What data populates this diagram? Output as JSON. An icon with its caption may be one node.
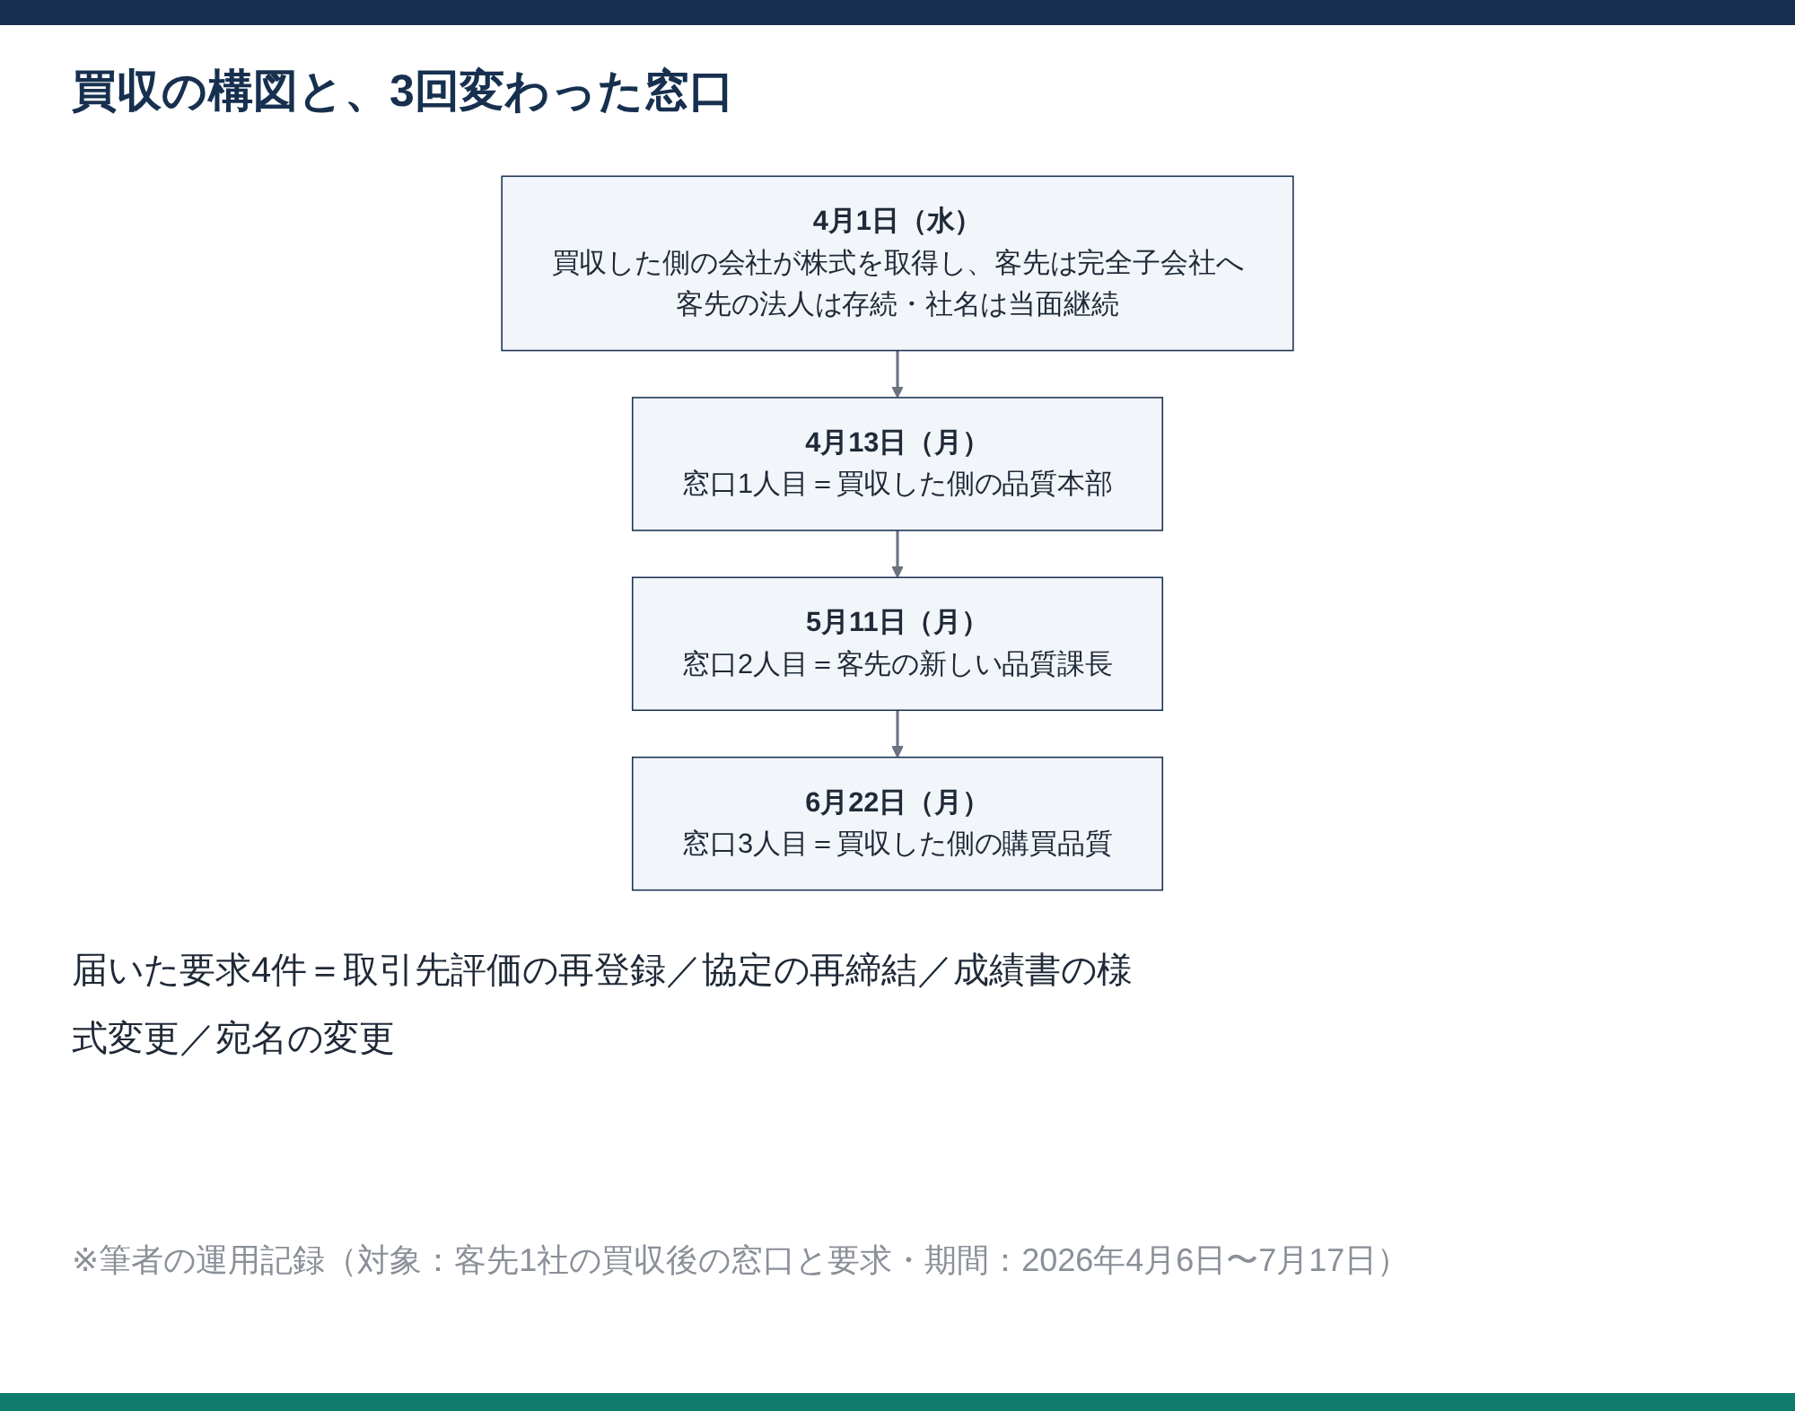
{
  "diagram": {
    "title": "買収の構図と、3回変わった窓口",
    "nodes": [
      {
        "text": [
          "4月1日（水）",
          "買収した側の会社が株式を取得し、客先は完全子会社へ",
          "客先の法人は存続・社名は当面継続"
        ]
      },
      {
        "text": [
          "4月13日（月）",
          "窓口1人目＝買収した側の品質本部"
        ]
      },
      {
        "text": [
          "5月11日（月）",
          "窓口2人目＝客先の新しい品質課長"
        ]
      },
      {
        "text": [
          "6月22日（月）",
          "窓口3人目＝買収した側の購買品質"
        ]
      }
    ],
    "edges": [
      {
        "from": 0,
        "to": 1,
        "arrow": "to"
      },
      {
        "from": 1,
        "to": 2,
        "arrow": "to"
      },
      {
        "from": 2,
        "to": 3,
        "arrow": "to"
      }
    ],
    "labels": [
      "届いた要求4件＝取引先評価の再登録／協定の再締結／成績書の様式変更／宛名の変更"
    ],
    "caption": "※筆者の運用記録（対象：客先1社の買収後の窓口と要求・期間：2026年4月6日〜7月17日）"
  }
}
